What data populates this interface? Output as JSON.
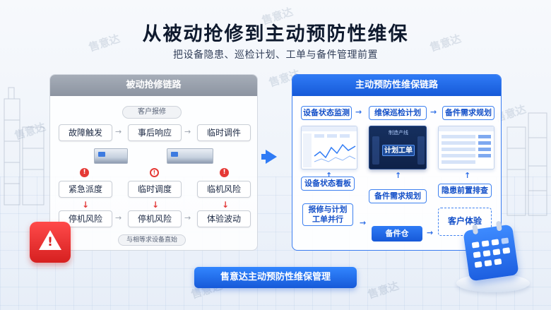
{
  "header": {
    "title": "从被动抢修到主动预防性维保",
    "subtitle": "把设备隐患、巡检计划、工单与备件管理前置"
  },
  "watermark": "售意达",
  "left_panel": {
    "title": "被动抢修链路",
    "top_tag": "客户报修",
    "bottom_tag": "与相等求设备直始",
    "row1": [
      "故障触发",
      "事后响应",
      "临时调件"
    ],
    "row2": [
      "紧急派度",
      "临时调度",
      "临机风险"
    ],
    "row3": [
      "停机风险",
      "停机风险",
      "体验波动"
    ]
  },
  "right_panel": {
    "title": "主动预防性维保链路",
    "top_row": [
      "设备状态监测",
      "维保巡检计划",
      "备件需求规划"
    ],
    "center_screen_label": "计划工单",
    "center_screen_header": "制造产线",
    "mid_row": [
      "设备状态看板",
      "备件需求规划",
      "隐患前置排查"
    ],
    "repair_plan": "报修与计划\n工单并行",
    "spare_warehouse": "备件仓",
    "customer_experience": "客户体验"
  },
  "banner": "售意达主动预防性维保管理",
  "colors": {
    "accent_blue": "#1e6bf0",
    "warning_red": "#e53935",
    "passive_gray": "#9aa2ae"
  }
}
